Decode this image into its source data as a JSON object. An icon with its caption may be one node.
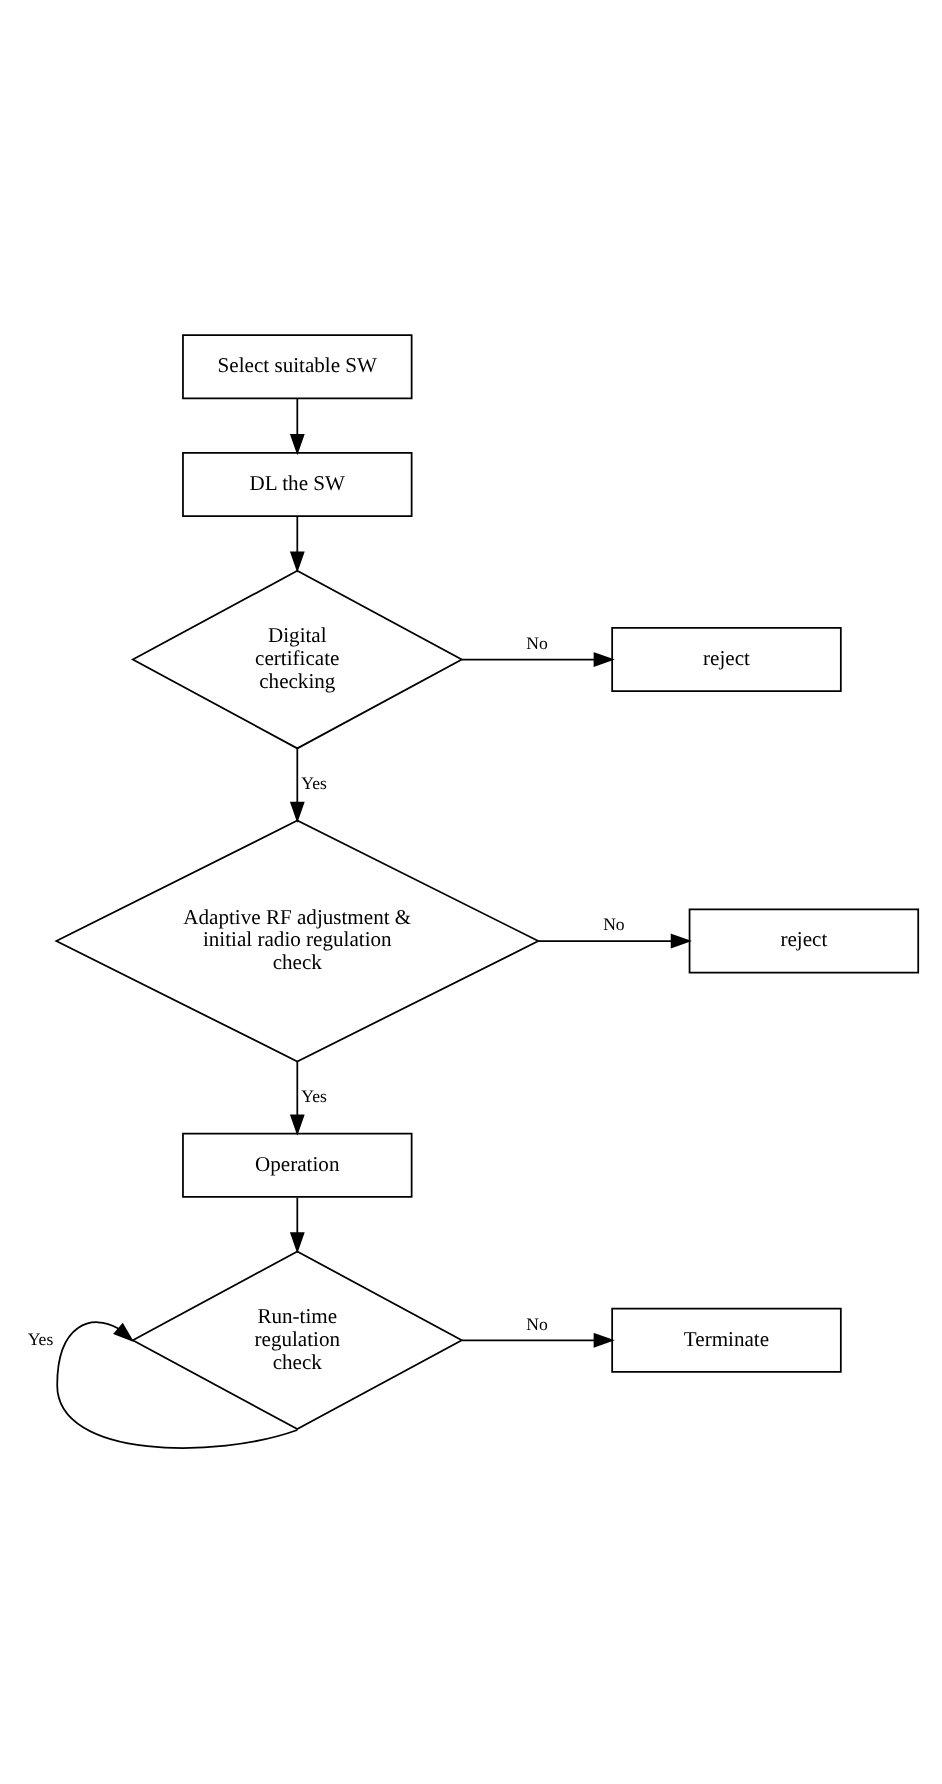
{
  "diagram": {
    "nodes": [
      {
        "text": [
          "Select suitable SW"
        ]
      },
      {
        "text": [
          "DL the SW"
        ]
      },
      {
        "text": [
          "Digital certificate checking"
        ]
      },
      {
        "text": [
          "reject"
        ]
      },
      {
        "text": [
          "Adaptive RF adjustment & initial radio regulation check"
        ]
      },
      {
        "text": [
          "reject"
        ]
      },
      {
        "text": [
          "Operation"
        ]
      },
      {
        "text": [
          "Run-time regulation check"
        ]
      },
      {
        "text": [
          "Terminate"
        ]
      }
    ],
    "edges": [
      {
        "from": 0,
        "to": 1,
        "arrow": "to"
      },
      {
        "from": 1,
        "to": 2,
        "arrow": "to"
      },
      {
        "from": 2,
        "to": 3,
        "arrow": "to",
        "label": "No"
      },
      {
        "from": 2,
        "to": 4,
        "arrow": "to",
        "label": "Yes"
      },
      {
        "from": 4,
        "to": 5,
        "arrow": "to",
        "label": "No"
      },
      {
        "from": 4,
        "to": 6,
        "arrow": "to",
        "label": "Yes"
      },
      {
        "from": 6,
        "to": 7,
        "arrow": "to"
      },
      {
        "from": 7,
        "to": 8,
        "arrow": "to",
        "label": "No"
      },
      {
        "from": 7,
        "to": 7,
        "arrow": "to",
        "label": "Yes"
      }
    ]
  }
}
